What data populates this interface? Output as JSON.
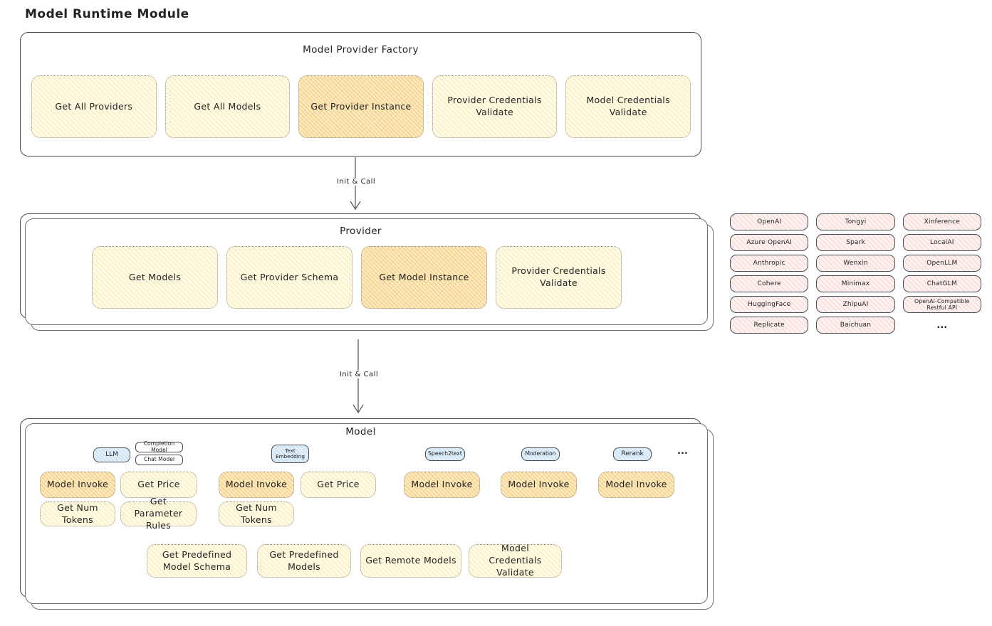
{
  "page_title": "Model Runtime Module",
  "factory": {
    "title": "Model Provider Factory",
    "buttons": [
      {
        "label": "Get All Providers",
        "highlight": false
      },
      {
        "label": "Get All Models",
        "highlight": false
      },
      {
        "label": "Get Provider Instance",
        "highlight": true
      },
      {
        "label": "Provider Credentials Validate",
        "highlight": false
      },
      {
        "label": "Model Credentials Validate",
        "highlight": false
      }
    ]
  },
  "arrow1": {
    "label": "Init & Call"
  },
  "arrow2": {
    "label": "Init & Call"
  },
  "provider": {
    "title": "Provider",
    "buttons": [
      {
        "label": "Get Models",
        "highlight": false
      },
      {
        "label": "Get Provider Schema",
        "highlight": false
      },
      {
        "label": "Get Model Instance",
        "highlight": true
      },
      {
        "label": "Provider Credentials Validate",
        "highlight": false
      }
    ]
  },
  "providers": {
    "items": [
      "OpenAI",
      "Tongyi",
      "Xinference",
      "Azure OpenAI",
      "Spark",
      "LocalAI",
      "Anthropic",
      "Wenxin",
      "OpenLLM",
      "Cohere",
      "Minimax",
      "ChatGLM",
      "HuggingFace",
      "ZhipuAI",
      "OpenAI-Compatible Restful API",
      "Replicate",
      "Baichuan"
    ],
    "ellipsis": "..."
  },
  "model": {
    "title": "Model",
    "tags": {
      "llm": "LLM",
      "completion": "Completion Model",
      "chat": "Chat Model",
      "text_embedding": "Text Embedding",
      "speech2text": "Speech2text",
      "moderation": "Moderation",
      "rerank": "Rerank",
      "ellipsis": "..."
    },
    "llm_buttons": [
      {
        "label": "Model Invoke",
        "highlight": true
      },
      {
        "label": "Get Price",
        "highlight": false
      },
      {
        "label": "Get Num Tokens",
        "highlight": false
      },
      {
        "label": "Get Parameter Rules",
        "highlight": false
      }
    ],
    "embedding_buttons": [
      {
        "label": "Model Invoke",
        "highlight": true
      },
      {
        "label": "Get Price",
        "highlight": false
      },
      {
        "label": "Get Num Tokens",
        "highlight": false
      }
    ],
    "speech2text_buttons": [
      {
        "label": "Model Invoke",
        "highlight": true
      }
    ],
    "moderation_buttons": [
      {
        "label": "Model Invoke",
        "highlight": true
      }
    ],
    "rerank_buttons": [
      {
        "label": "Model Invoke",
        "highlight": true
      }
    ],
    "bottom_buttons": [
      {
        "label": "Get Predefined Model Schema"
      },
      {
        "label": "Get Predefined Models"
      },
      {
        "label": "Get Remote Models"
      },
      {
        "label": "Model Credentials Validate"
      }
    ]
  }
}
